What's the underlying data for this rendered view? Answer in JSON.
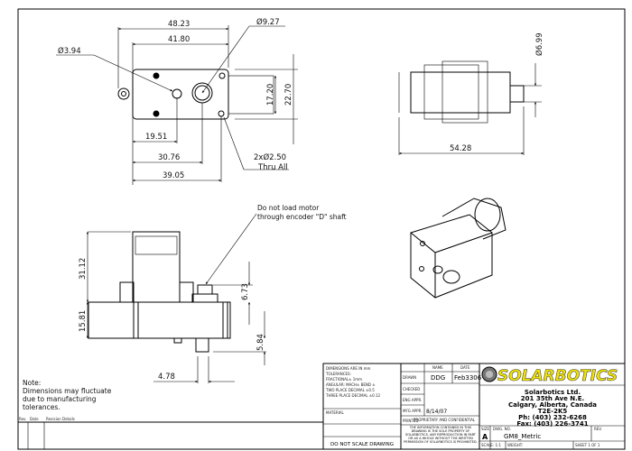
{
  "top_view": {
    "d1": "48.23",
    "d2": "41.80",
    "hole_small": "Ø3.94",
    "hole_shaft": "Ø9.27",
    "d_h1": "17.20",
    "d_h2": "22.70",
    "d3": "19.51",
    "d4": "30.76",
    "d5": "39.05",
    "mount_holes_1": "2xØ2.50",
    "mount_holes_2": "Thru All"
  },
  "side_view": {
    "shaft_dia": "Ø6.99",
    "length": "54.28"
  },
  "front_view": {
    "motor_h": "31.12",
    "box_h": "15.81",
    "enc_h": "6.73",
    "shaft_h": "5.84",
    "shaft_w": "4.78",
    "warning_1": "Do not load motor",
    "warning_2": "through encoder \"D\" shaft"
  },
  "note": {
    "l1": "Note:",
    "l2": "Dimensions may fluctuate",
    "l3": "due to manufacturing",
    "l4": "tolerances."
  },
  "revision": {
    "rev": "Rev.",
    "date": "Date",
    "details": "Revision Details"
  },
  "title_block": {
    "dims_1": "DIMENSIONS ARE IN mm",
    "dims_2": "TOLERANCES:",
    "dims_3": "FRACTIONAL± 1mm",
    "dims_4": "ANGULAR: MACH±  BEND ±",
    "dims_5": "TWO PLACE DECIMAL  ±0.5",
    "dims_6": "THREE PLACE DECIMAL  ±0.12",
    "material": "MATERIAL",
    "no_scale": "DO NOT SCALE DRAWING",
    "name_h": "NAME",
    "date_h": "DATE",
    "drawn": "DRAWN",
    "drawn_name": "DDG",
    "drawn_date": "Feb3306",
    "checked": "CHECKED",
    "eng_appr": "ENG APPR.",
    "mfg_appr": "MFG APPR.",
    "printed": "PRINTED",
    "printed_date": "8/14/07",
    "prop_title": "PROPRIETARY AND CONFIDENTIAL",
    "prop_text": "THE INFORMATION CONTAINED IN THIS DRAWING IS THE SOLE PROPERTY OF SOLARBOTICS. ANY REPRODUCTION IN PART OR AS A WHOLE WITHOUT THE WRITTEN PERMISSION OF SOLARBOTICS IS PROHIBITED.",
    "logo": "SOLARBOTICS",
    "company": "Solarbotics Ltd.",
    "addr1": "201 35th Ave N.E.",
    "addr2": "Calgary, Alberta, Canada",
    "postal": "T2E-2K5",
    "phone": "Ph: (403) 232-6268",
    "fax": "Fax: (403) 226-3741",
    "size_h": "SIZE",
    "size": "A",
    "dwg_h": "DWG. NO.",
    "dwg": "GM8_Metric",
    "rev_h": "REV.",
    "scale": "SCALE: 1:1",
    "weight": "WEIGHT:",
    "sheet": "SHEET 1 OF 1"
  }
}
